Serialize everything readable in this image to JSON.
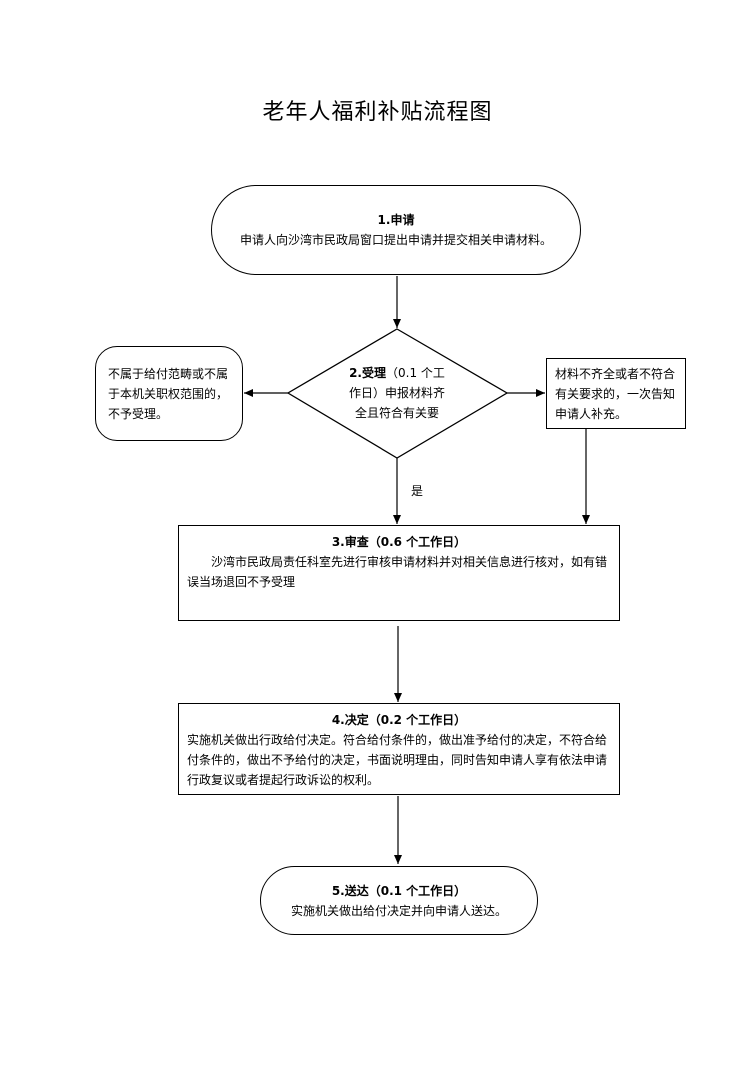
{
  "title": "老年人福利补贴流程图",
  "step1": {
    "heading": "1.申请",
    "text": "申请人向沙湾市民政局窗口提出申请并提交相关申请材料。"
  },
  "step2": {
    "heading": "2.受理",
    "duration": "（0.1 个工",
    "line2": "作日）申报材料齐",
    "line3": "全且符合有关要"
  },
  "reject_box": {
    "text": "不属于给付范畴或不属于本机关职权范围的，不予受理。"
  },
  "supplement_box": {
    "text": "材料不齐全或者不符合有关要求的，一次告知申请人补充。"
  },
  "yes_label": "是",
  "step3": {
    "heading": "3.审查（0.6 个工作日）",
    "text": "沙湾市民政局责任科室先进行审核申请材料并对相关信息进行核对，如有错误当场退回不予受理"
  },
  "step4": {
    "heading": "4.决定（0.2 个工作日）",
    "text": "实施机关做出行政给付决定。符合给付条件的，做出准予给付的决定，不符合给付条件的，做出不予给付的决定，书面说明理由，同时告知申请人享有依法申请行政复议或者提起行政诉讼的权利。"
  },
  "step5": {
    "heading": "5.送达（0.1 个工作日）",
    "text": "实施机关做出给付决定并向申请人送达。"
  }
}
